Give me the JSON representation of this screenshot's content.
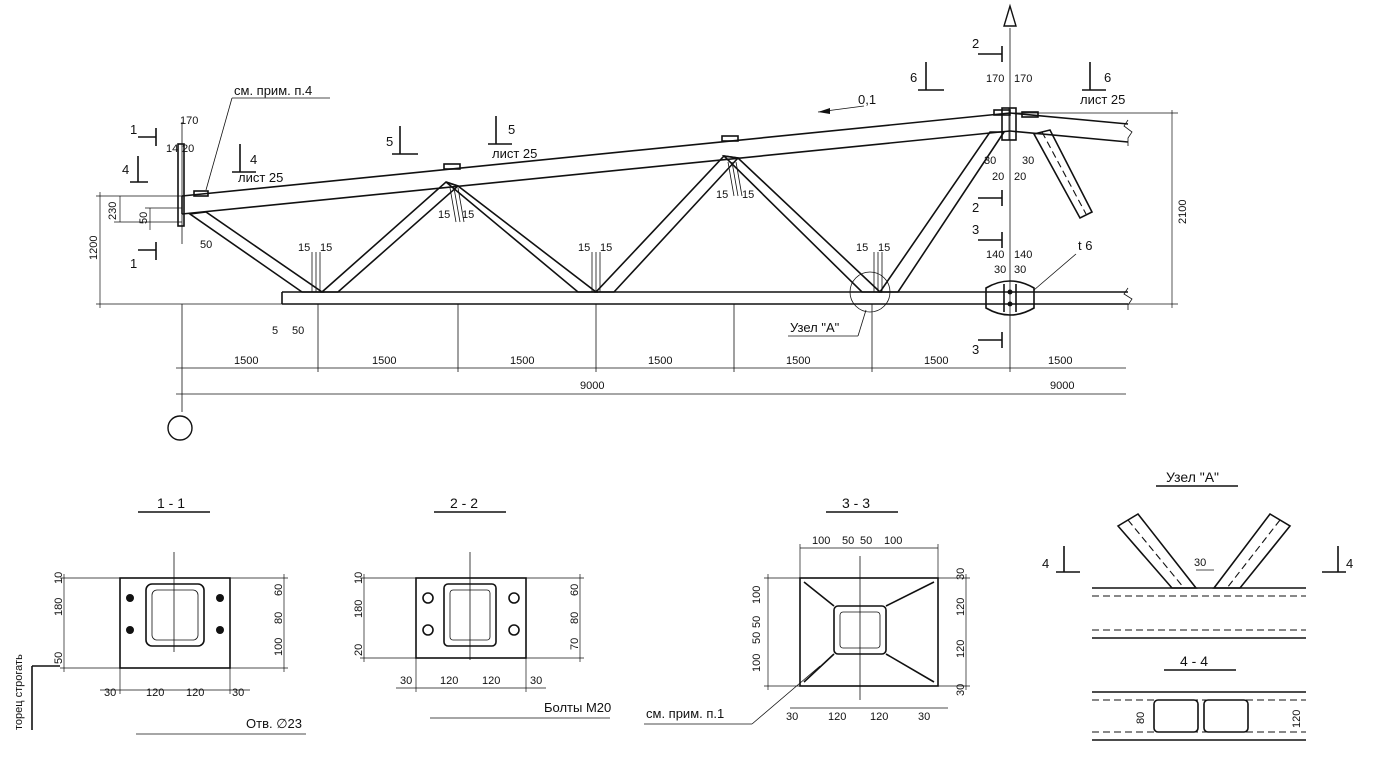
{
  "elevation": {
    "note_top": "см. прим. п.4",
    "slope": "0,1",
    "sheet": "лист 25",
    "cut_1": "1",
    "cut_2": "2",
    "cut_3": "3",
    "cut_4": "4",
    "cut_5": "5",
    "cut_6": "6",
    "node_a": "Узел \"А\"",
    "plate": "t 6",
    "height_total": "2100",
    "height_end": "1200",
    "d230": "230",
    "d50": "50",
    "d170": "170",
    "d14": "14",
    "d20": "20",
    "d30": "30",
    "d140": "140",
    "d5": "5",
    "weld": "15",
    "panel": "1500",
    "half_span": "9000"
  },
  "sections": {
    "s11": {
      "title": "1 - 1",
      "d10": "10",
      "d180": "180",
      "d50": "50",
      "d60": "60",
      "d80": "80",
      "d100": "100",
      "d30": "30",
      "d120": "120",
      "side_note": "торец строгать",
      "hole": "Отв. ∅23"
    },
    "s22": {
      "title": "2 - 2",
      "d10": "10",
      "d180": "180",
      "d20": "20",
      "d60": "60",
      "d80": "80",
      "d70": "70",
      "d30": "30",
      "d120": "120",
      "bolts": "Болты М20"
    },
    "s33": {
      "title": "3 - 3",
      "d100": "100",
      "d50": "50",
      "d30": "30",
      "d120": "120",
      "note": "см. прим. п.1"
    },
    "nodeA": {
      "title": "Узел \"А\"",
      "d30": "30",
      "cut": "4"
    },
    "s44": {
      "title": "4 - 4",
      "d80": "80",
      "d120": "120"
    }
  }
}
